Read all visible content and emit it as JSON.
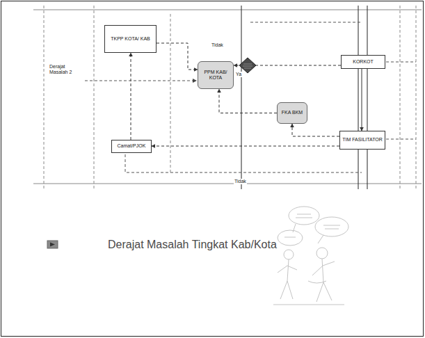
{
  "diagram": {
    "title": "Derajat Masalah Tingkat Kab/Kota",
    "nodes": [
      {
        "text": [
          "TKPP KOTA/ KAB"
        ]
      },
      {
        "text": [
          "PPM KAB/ KOTA"
        ]
      },
      {
        "text": [
          "KORKOT"
        ]
      },
      {
        "text": [
          "FKA BKM"
        ]
      },
      {
        "text": [
          "TIM FASILITATOR"
        ]
      },
      {
        "text": [
          "Camat/PJOK"
        ]
      }
    ],
    "edges": [
      {
        "from": 0,
        "to": 1,
        "arrow": "to"
      },
      {
        "from": 5,
        "to": 0,
        "arrow": "to"
      },
      {
        "from": 2,
        "to": 1,
        "arrow": "to"
      },
      {
        "from": 3,
        "to": 1,
        "arrow": "to"
      },
      {
        "from": 4,
        "to": 3,
        "arrow": "to"
      },
      {
        "from": 2,
        "to": 4,
        "arrow": "to"
      },
      {
        "from": 4,
        "to": 5,
        "arrow": "to"
      }
    ],
    "labels": [
      "Derajat Masalah 2",
      "Tidak",
      "Ya",
      "Tidak"
    ]
  }
}
